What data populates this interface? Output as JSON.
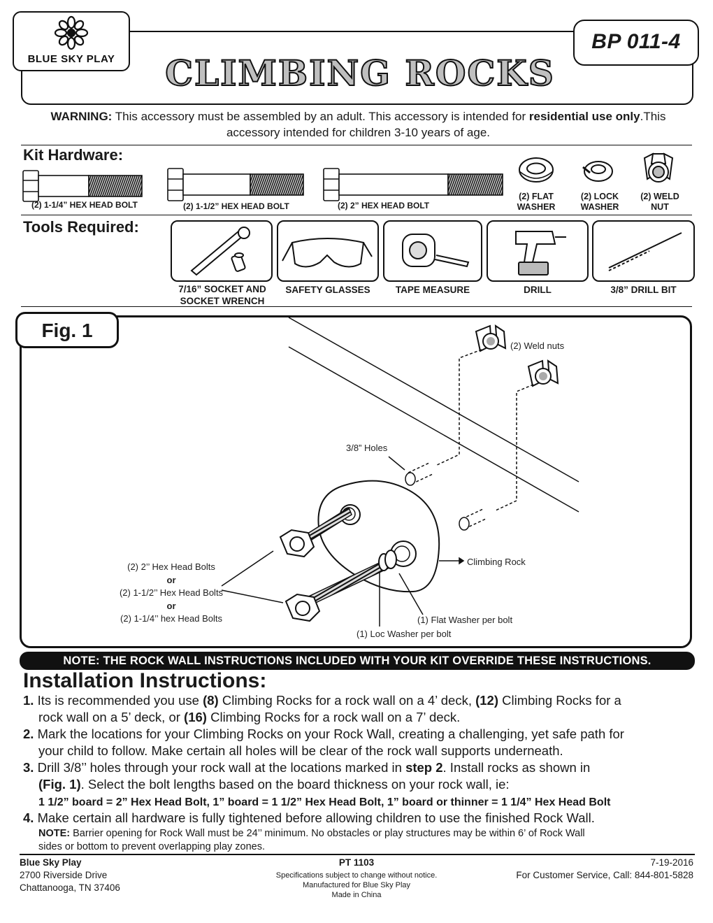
{
  "header": {
    "brand": "BLUE SKY PLAY",
    "code": "BP 011-4",
    "title": "CLIMBING ROCKS"
  },
  "warning": {
    "label": "WARNING:",
    "text1": " This accessory must be assembled by an adult. This accessory is intended for ",
    "bold1": "residential use only",
    "text2": ".This accessory intended for children 3-10 years of age."
  },
  "kit_hardware": {
    "heading": "Kit Hardware:",
    "items": [
      {
        "label": "(2) 1-1/4” HEX HEAD BOLT"
      },
      {
        "label": "(2) 1-1/2” HEX HEAD BOLT"
      },
      {
        "label": "(2) 2” HEX HEAD BOLT"
      },
      {
        "line1": "(2) FLAT",
        "line2": "WASHER"
      },
      {
        "line1": "(2) LOCK",
        "line2": "WASHER"
      },
      {
        "line1": "(2) WELD",
        "line2": "NUT"
      }
    ]
  },
  "tools": {
    "heading": "Tools Required:",
    "items": [
      {
        "line1": "7/16” SOCKET AND",
        "line2": "SOCKET WRENCH"
      },
      {
        "line1": "SAFETY GLASSES"
      },
      {
        "line1": "TAPE MEASURE"
      },
      {
        "line1": "DRILL"
      },
      {
        "line1": "3/8” DRILL BIT"
      }
    ]
  },
  "fig1": {
    "tab": "Fig. 1",
    "weld_nuts": "(2) Weld nuts",
    "holes": "3/8” Holes",
    "climbing_rock": "Climbing Rock",
    "bolts1": "(2) 2’’ Hex Head Bolts",
    "or1": "or",
    "bolts2": "(2) 1-1/2’’ Hex Head Bolts",
    "or2": "or",
    "bolts3": "(2) 1-1/4’’ hex Head Bolts",
    "flat_washer": "(1) Flat Washer per bolt",
    "loc_washer": "(1) Loc Washer per bolt"
  },
  "note_bar": "NOTE: THE ROCK WALL INSTRUCTIONS INCLUDED WITH YOUR KIT OVERRIDE THESE INSTRUCTIONS.",
  "instructions": {
    "title": "Installation Instructions:",
    "s1_num": "1.",
    "s1_a": " Its is recommended you use ",
    "s1_b": "(8)",
    "s1_c": " Climbing Rocks for a rock wall on a 4’ deck, ",
    "s1_d": "(12)",
    "s1_e": " Climbing Rocks for a",
    "s1_f": "rock wall on a 5’ deck, or ",
    "s1_g": "(16)",
    "s1_h": " Climbing Rocks for a rock wall on a 7’ deck.",
    "s2_num": "2.",
    "s2_a": " Mark the locations for your Climbing Rocks on your Rock Wall, creating a challenging, yet safe path for",
    "s2_b": "your child to follow. Make certain all holes will be clear of the rock wall supports underneath.",
    "s3_num": "3.",
    "s3_a": " Drill 3/8’’ holes through your rock wall at the locations marked in ",
    "s3_b": "step 2",
    "s3_c": ". Install rocks as shown in",
    "s3_d": "(Fig. 1)",
    "s3_e": ". Select the bolt lengths based on the board thickness on your rock wall, ie:",
    "s3_f": "1 1/2” board = 2” Hex Head Bolt, 1” board = 1 1/2” Hex Head Bolt, 1” board or thinner = 1 1/4” Hex Head Bolt",
    "s4_num": "4.",
    "s4_a": " Make certain all hardware is fully tightened before allowing children to use the finished Rock Wall.",
    "note_label": "NOTE:",
    "note_a": " Barrier opening for Rock Wall must be 24’’ minimum. No obstacles or play structures may be within 6’ of Rock Wall",
    "note_b": "sides or bottom to prevent overlapping play zones."
  },
  "footer": {
    "company": "Blue Sky Play",
    "address1": "2700 Riverside Drive",
    "address2": "Chattanooga, TN 37406",
    "part": "PT 1103",
    "spec1": "Specifications subject to change without notice.",
    "spec2": "Manufactured for Blue Sky Play",
    "spec3": "Made in China",
    "date": "7-19-2016",
    "service": "For Customer Service, Call: 844-801-5828"
  }
}
